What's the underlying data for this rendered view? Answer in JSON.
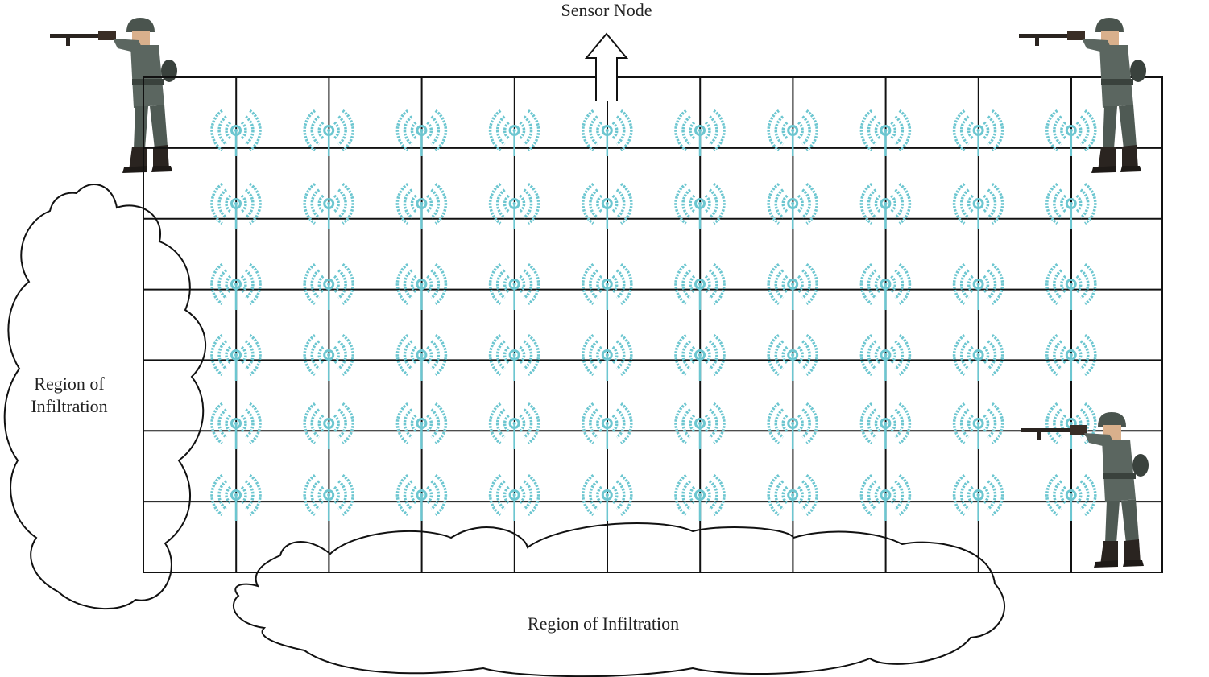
{
  "labels": {
    "sensor_node": "Sensor Node",
    "region_left_line1": "Region of",
    "region_left_line2": "Infiltration",
    "region_bottom": "Region of Infiltration"
  },
  "grid": {
    "rows": 6,
    "columns": 10
  },
  "sensor_grid": {
    "rows": 6,
    "columns": 10,
    "pointer_column": 5,
    "pointer_row": 1
  },
  "soldiers": [
    {
      "name": "soldier-top-left",
      "facing": "left"
    },
    {
      "name": "soldier-top-right",
      "facing": "left"
    },
    {
      "name": "soldier-bottom-right",
      "facing": "left"
    }
  ],
  "colors": {
    "line": "#111111",
    "sensor": "#6cc6d0",
    "uniform": "#5b6660",
    "uniform_dark": "#3a423d",
    "boot": "#2a2420",
    "skin": "#d9b08c"
  },
  "icons": {
    "sensor": "wireless-sensor-icon",
    "soldier": "soldier-figure-icon",
    "cloud": "cloud-outline-icon",
    "arrow": "hollow-up-arrow-icon"
  }
}
